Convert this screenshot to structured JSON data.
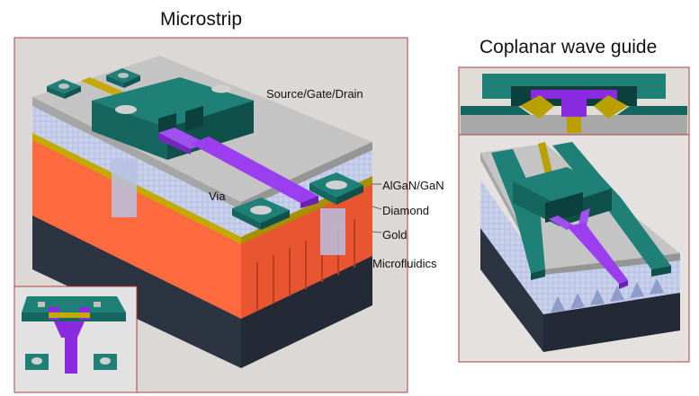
{
  "titles": {
    "left": "Microstrip",
    "right": "Coplanar wave guide"
  },
  "labels": {
    "source_gate_drain": "Source/Gate/Drain",
    "algan_gan": "AlGaN/GaN",
    "diamond": "Diamond",
    "gold": "Gold",
    "microfluidics": "Microfluidics",
    "via": "Via"
  },
  "colors": {
    "teal": "#1f7f78",
    "teal_dark": "#166660",
    "purple": "#8a2be2",
    "gold": "#b8a000",
    "orange": "#ff6a3d",
    "orange_dark": "#e0502a",
    "gray_top": "#c8c8c8",
    "gray_side": "#a9a9a9",
    "diamond": "#c8d0ea",
    "base_dark": "#2a3240"
  }
}
